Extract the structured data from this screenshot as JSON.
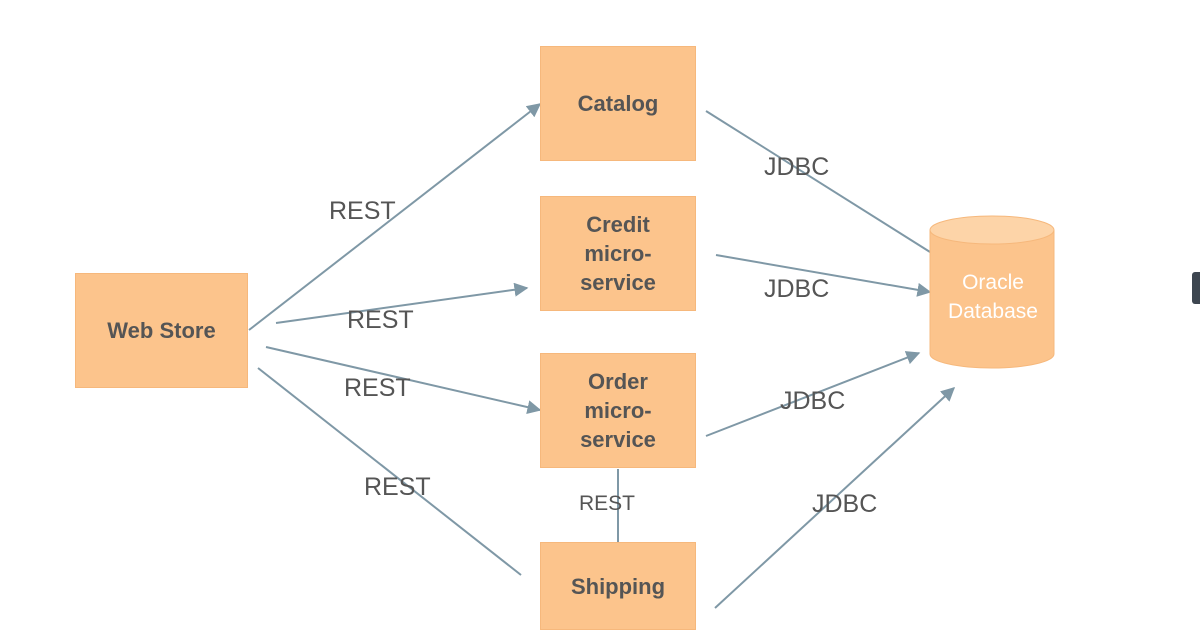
{
  "nodes": {
    "web_store": "Web Store",
    "catalog": "Catalog",
    "credit": "Credit\nmicro-\nservice",
    "order": "Order\nmicro-\nservice",
    "shipping": "Shipping",
    "database_line1": "Oracle",
    "database_line2": "Database"
  },
  "edges": {
    "rest_catalog": "REST",
    "rest_credit": "REST",
    "rest_order": "REST",
    "rest_shipping": "REST",
    "rest_order_shipping": "REST",
    "jdbc_catalog": "JDBC",
    "jdbc_credit": "JDBC",
    "jdbc_order": "JDBC",
    "jdbc_shipping": "JDBC"
  },
  "colors": {
    "box_fill": "#fcc48c",
    "arrow": "#7f98a6",
    "text": "#555555",
    "database_fill": "#fcc48c"
  }
}
